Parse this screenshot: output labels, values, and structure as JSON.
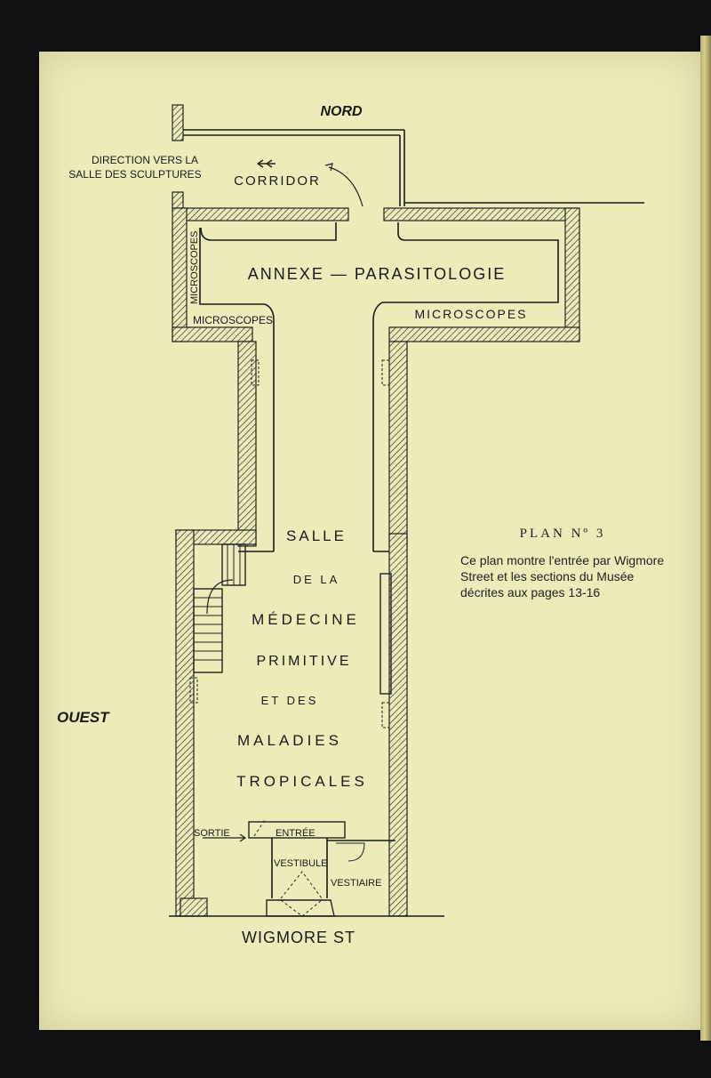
{
  "labels": {
    "nord": "NORD",
    "ouest": "OUEST",
    "direction_line1": "DIRECTION VERS LA",
    "direction_line2": "SALLE DES SCULPTURES",
    "corridor": "CORRIDOR",
    "annexe": "ANNEXE — PARASITOLOGIE",
    "microscopes_vertical": "MICROSCOPES",
    "microscopes_left": "MICROSCOPES",
    "microscopes_right": "MICROSCOPES",
    "salle_lines": [
      "SALLE",
      "DE LA",
      "MÉDECINE",
      "PRIMITIVE",
      "ET DES",
      "MALADIES",
      "TROPICALES"
    ],
    "sortie": "SORTIE",
    "entree": "ENTRÉE",
    "vestibule": "VESTIBULE",
    "vestiaire": "VESTIAIRE",
    "street": "WIGMORE ST"
  },
  "legend": {
    "title": "PLAN Nº 3",
    "text": "Ce plan montre l'entrée par Wigmore Street et les sections du Musée décrites aux pages 13-16"
  },
  "colors": {
    "paper": "#ecebb9",
    "ink": "#1a1a1a"
  }
}
